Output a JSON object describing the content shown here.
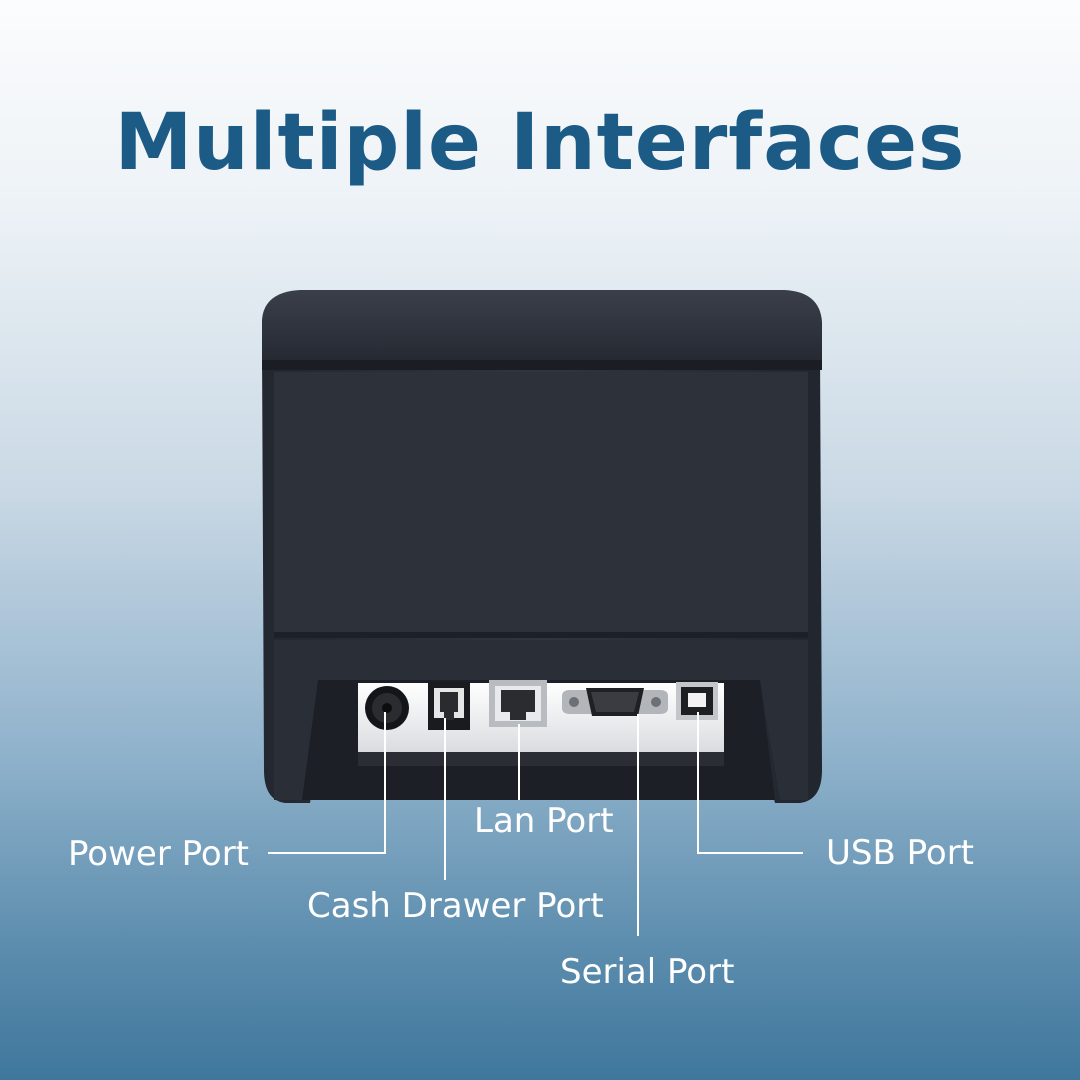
{
  "title": "Multiple Interfaces",
  "ports": {
    "power": "Power Port",
    "cash_drawer": "Cash Drawer Port",
    "lan": "Lan Port",
    "serial": "Serial Port",
    "usb": "USB Port"
  },
  "colors": {
    "title": "#1b5b86",
    "printer_body": "#2b2f38",
    "label": "#ffffff"
  }
}
